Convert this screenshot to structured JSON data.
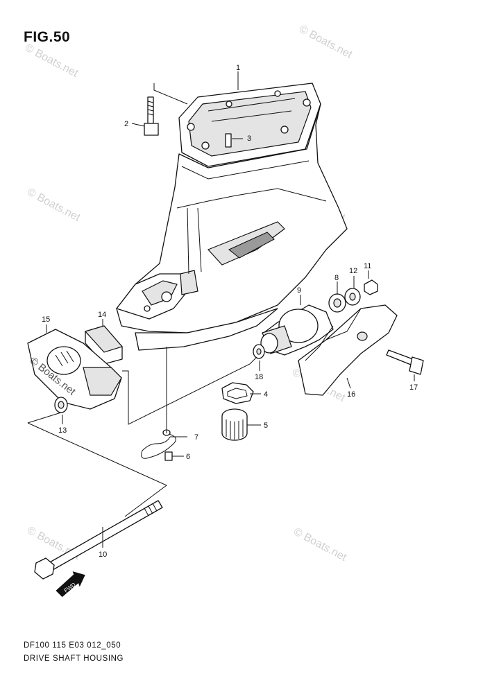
{
  "figure": {
    "title": "FIG.50",
    "code": "DF100 115 E03 012_050",
    "name": "DRIVE SHAFT HOUSING"
  },
  "callouts": [
    "1",
    "2",
    "3",
    "4",
    "5",
    "6",
    "7",
    "8",
    "9",
    "10",
    "11",
    "12",
    "13",
    "14",
    "15",
    "16",
    "17",
    "18"
  ],
  "fwd_label": "FWD",
  "watermark": "© Boats.net",
  "watermark_dark": "© Boats.net"
}
